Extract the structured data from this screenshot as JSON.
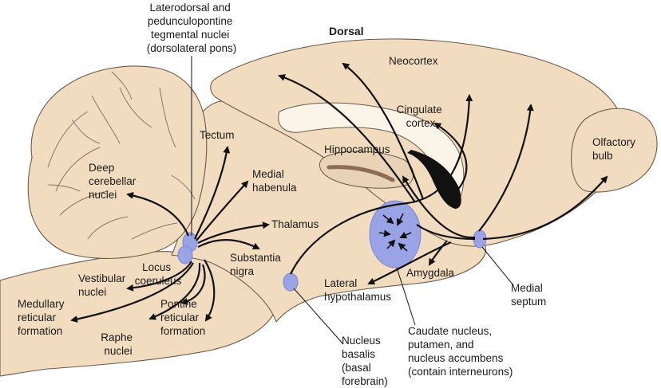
{
  "header": {
    "orientation": "Dorsal",
    "origin_label": [
      "Laterodorsal and",
      "pedunculopontine",
      "tegmental nuclei",
      "(dorsolateral pons)"
    ]
  },
  "labels": {
    "neocortex": [
      "Neocortex"
    ],
    "cingulate": [
      "Cingulate",
      "cortex"
    ],
    "hippocampus": [
      "Hippocampus"
    ],
    "olfactory": [
      "Olfactory",
      "bulb"
    ],
    "tectum": [
      "Tectum"
    ],
    "medial_habenula": [
      "Medial",
      "habenula"
    ],
    "thalamus": [
      "Thalamus"
    ],
    "substantia_nigra": [
      "Substantia",
      "nigra"
    ],
    "deep_cerebellar": [
      "Deep",
      "cerebellar",
      "nuclei"
    ],
    "locus_coeruleus": [
      "Locus",
      "coeruleus"
    ],
    "vestibular": [
      "Vestibular",
      "nuclei"
    ],
    "medullary": [
      "Medullary",
      "reticular",
      "formation"
    ],
    "pontine": [
      "Pontine",
      "reticular",
      "formation"
    ],
    "raphe": [
      "Raphe",
      "nuclei"
    ],
    "lateral_hypothalamus": [
      "Lateral",
      "hypothalamus"
    ],
    "amygdala": [
      "Amygdala"
    ],
    "medial_septum": [
      "Medial",
      "septum"
    ],
    "nucleus_basalis": [
      "Nucleus",
      "basalis",
      "(basal",
      "forebrain)"
    ],
    "caudate": [
      "Caudate nucleus,",
      "putamen, and",
      "nucleus accumbens",
      "(contain interneurons)"
    ]
  },
  "colors": {
    "tissue": "#f2dcc0",
    "nucleus": "#9aa3e6",
    "ventricle": "#111111",
    "pathway": "#111111"
  }
}
